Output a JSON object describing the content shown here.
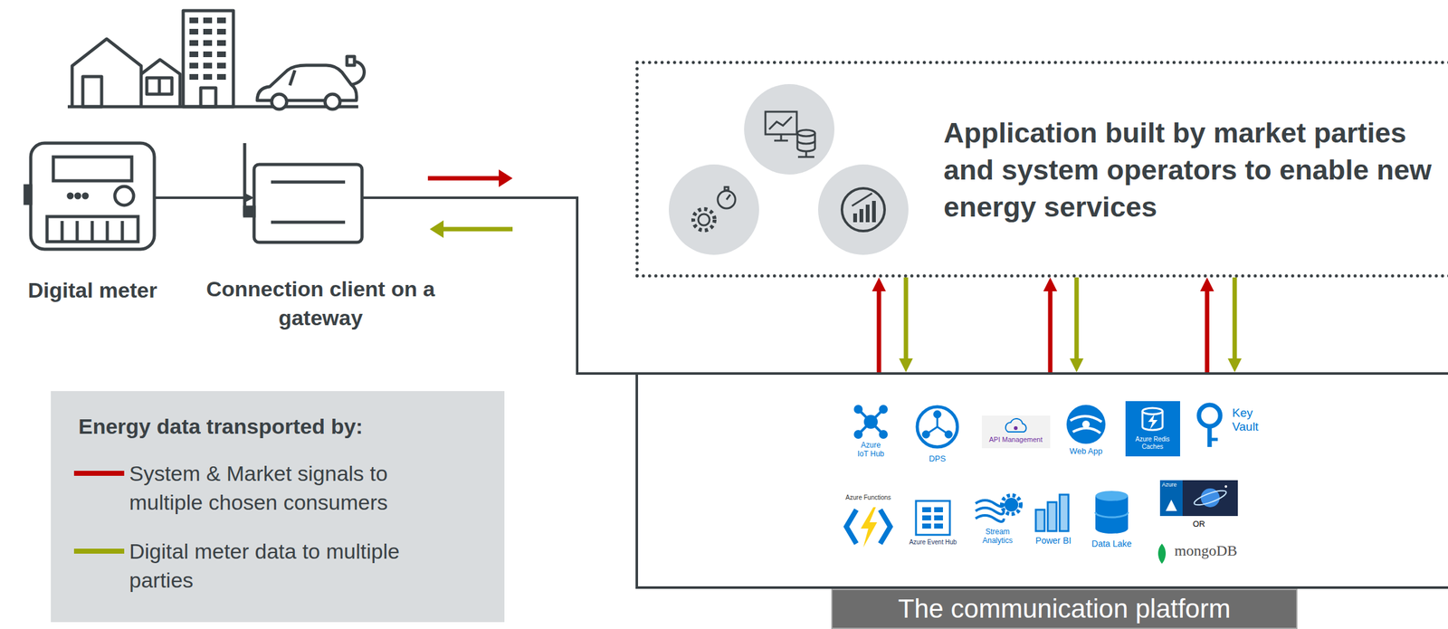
{
  "diagram": {
    "nodes": [
      {
        "text": [
          "Digital meter"
        ]
      },
      {
        "text": [
          "Connection client on a gateway"
        ]
      },
      {
        "text": [
          "Application built by market parties and system operators to enable new energy services"
        ]
      },
      {
        "text": [
          "The communication platform"
        ]
      }
    ],
    "edges": [
      {
        "from": 0,
        "to": 1,
        "arrow": "to"
      },
      {
        "from": 1,
        "to": 3,
        "arrow": "none"
      },
      {
        "from": 3,
        "to": 2,
        "arrow": "to"
      },
      {
        "from": 2,
        "to": 3,
        "arrow": "to"
      },
      {
        "from": 3,
        "to": 2,
        "arrow": "to"
      },
      {
        "from": 2,
        "to": 3,
        "arrow": "to"
      },
      {
        "from": 3,
        "to": 2,
        "arrow": "to"
      },
      {
        "from": 2,
        "to": 3,
        "arrow": "to"
      }
    ],
    "labels": [
      "Energy data transported by:",
      "Azure IoT Hub",
      "DPS",
      "API Management",
      "Web App",
      "Azure Redis Caches",
      "Key Vault",
      "Azure Functions",
      "Azure Event Hub",
      "Stream Analytics",
      "Power BI",
      "Data Lake",
      "Azure",
      "OR",
      "mongoDB"
    ],
    "legend": [
      {
        "text": "System & Market signals to multiple chosen consumers",
        "color": "#c00000"
      },
      {
        "text": "Digital meter data to multiple parties",
        "color": "#9aa60b"
      }
    ]
  }
}
